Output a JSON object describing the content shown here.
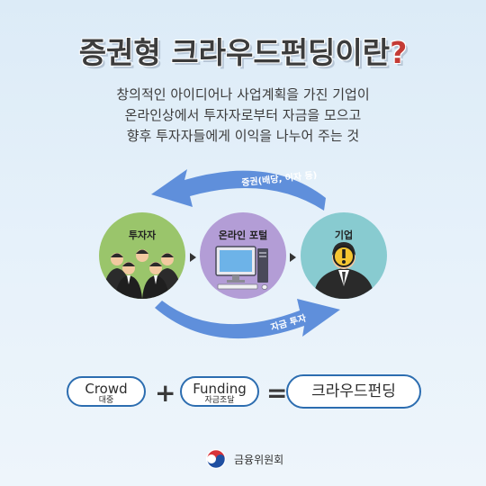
{
  "title": {
    "text": "증권형 크라우드펀딩이란",
    "mark": "?"
  },
  "subtitle": {
    "line1": "창의적인 아이디어나 사업계획을 가진 기업이",
    "line2": "온라인상에서 투자자로부터 자금을 모으고",
    "line3": "향후 투자자들에게 이익을 나누어 주는 것"
  },
  "diagram": {
    "investor_label": "투자자",
    "portal_label": "온라인 포털",
    "company_label": "기업",
    "top_arrow_label": "증권(배당, 이자 등)",
    "bottom_arrow_label": "자금 투자",
    "colors": {
      "investor_bg": "#9ac56b",
      "portal_bg": "#b39dd6",
      "company_bg": "#88cbd0",
      "arrow": "#5f8fdb"
    }
  },
  "equation": {
    "term1": {
      "word": "Crowd",
      "meaning": "대중"
    },
    "plus": "+",
    "term2": {
      "word": "Funding",
      "meaning": "자금조달"
    },
    "equals": "=",
    "result": "크라우드펀딩"
  },
  "footer": {
    "org": "금융위원회",
    "emblem": "taegeuk-emblem-icon"
  }
}
